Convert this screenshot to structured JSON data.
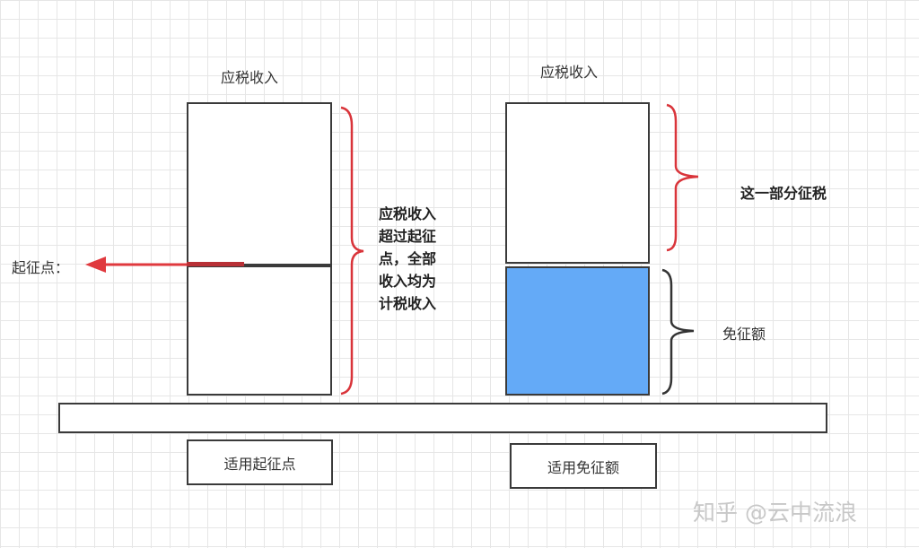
{
  "left_column": {
    "title": "应税收入",
    "threshold_label": "起征点：",
    "explanation_lines": [
      "应税收入",
      "超过起征",
      "点，全部",
      "收入均为",
      "计税收入"
    ],
    "footer_label": "适用起征点"
  },
  "right_column": {
    "title": "应税收入",
    "taxed_part_label": "这一部分征税",
    "exemption_label": "免征额",
    "footer_label": "适用免征额"
  },
  "watermark": "知乎 @云中流浪",
  "colors": {
    "exemption_fill": "#64aaf7",
    "brace_red": "#d9343a",
    "arrow_red": "#e0393e"
  }
}
